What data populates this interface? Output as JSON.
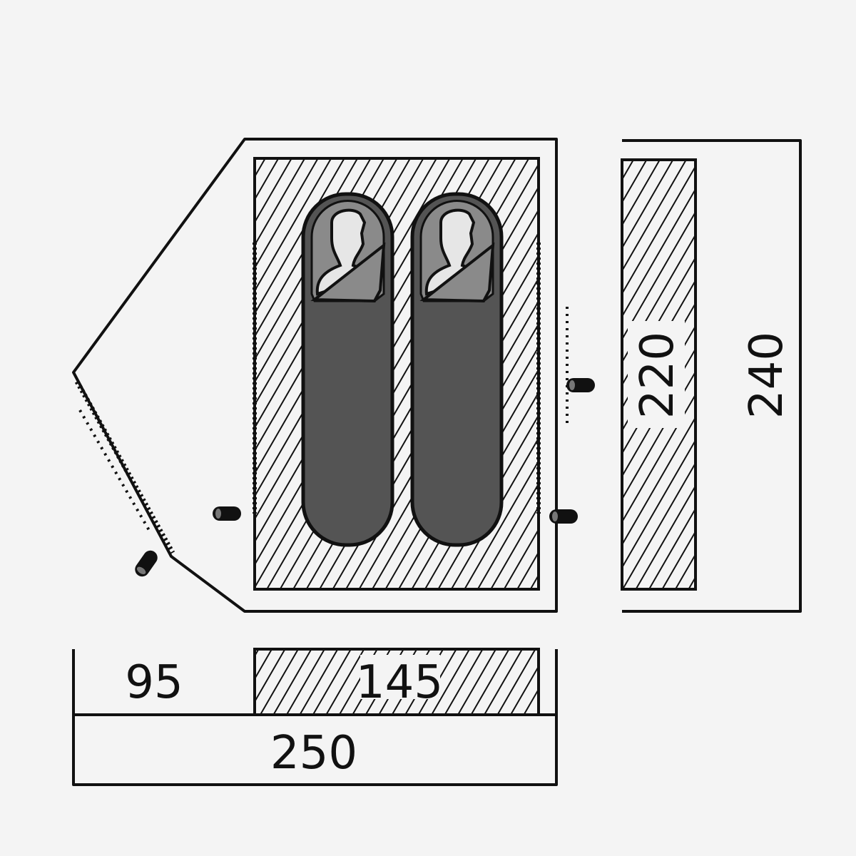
{
  "diagram": {
    "title": "Tent floor plan",
    "dimensions": {
      "vestibule_depth": "95",
      "inner_tent_length": "145",
      "total_length": "250",
      "inner_tent_width": "220",
      "total_width": "240"
    },
    "sleeping_places": 2,
    "colors": {
      "outline": "#111111",
      "background": "#f4f4f4",
      "sleeping_bag": "#545454",
      "sleeping_bag_hood": "#8a8a8a",
      "person": "#e6e6e6"
    }
  }
}
